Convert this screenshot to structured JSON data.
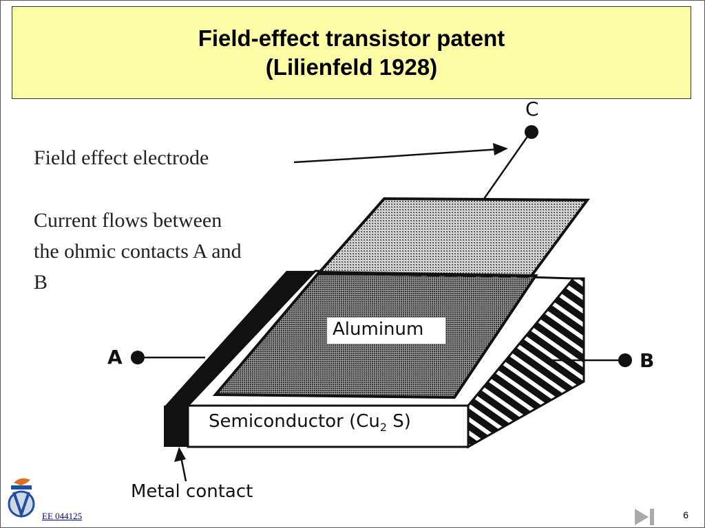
{
  "slide": {
    "title_line1": "Field-effect transistor patent",
    "title_line2": "(Lilienfeld 1928)"
  },
  "text": {
    "electrode_label": "Field effect electrode",
    "current_line1": "Current flows between",
    "current_line2": "the ohmic contacts A and",
    "current_line3": "B"
  },
  "diagram": {
    "terminal_c": "C",
    "terminal_a": "A",
    "terminal_b": "B",
    "aluminum": "Aluminum",
    "semiconductor_prefix": "Semiconductor (Cu",
    "semiconductor_sub": "2",
    "semiconductor_suffix": " S)",
    "metal_contact": "Metal contact"
  },
  "footer": {
    "course_code": "EE 044125",
    "page_number": "6"
  }
}
